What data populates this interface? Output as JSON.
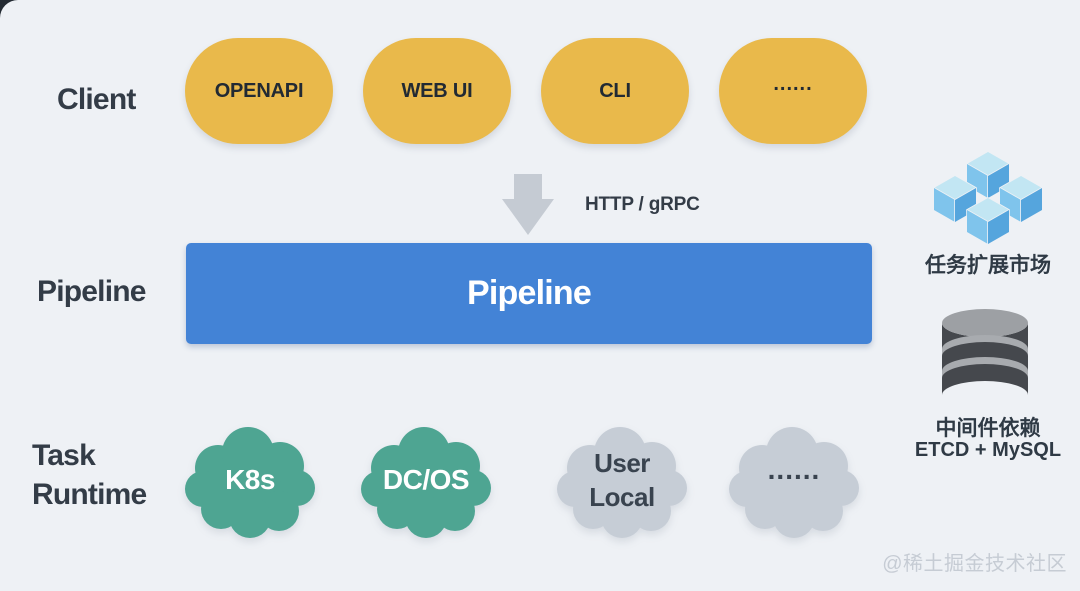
{
  "background": "#eef1f5",
  "labels": {
    "client": "Client",
    "pipeline": "Pipeline",
    "task_runtime": [
      "Task",
      "Runtime"
    ]
  },
  "client_nodes": {
    "shape": "pill",
    "color": "#e9b94b",
    "text_color": "#222a33",
    "items": [
      {
        "label": "OPENAPI"
      },
      {
        "label": "WEB UI"
      },
      {
        "label": "CLI"
      },
      {
        "label": "......"
      }
    ]
  },
  "flow": {
    "arrow_icon": "down-arrow-icon",
    "arrow_color": "#c5cbd3",
    "protocol_label": "HTTP / gRPC"
  },
  "pipeline_bar": {
    "label": "Pipeline",
    "color": "#4383d6",
    "text_color": "#ffffff"
  },
  "runtime_nodes": {
    "shape": "cloud",
    "items": [
      {
        "label": "K8s",
        "color": "#4ea592",
        "text_color": "#ffffff"
      },
      {
        "label": "DC/OS",
        "color": "#4ea592",
        "text_color": "#ffffff"
      },
      {
        "label": "User Local",
        "lines": [
          "User",
          "Local"
        ],
        "color": "#c6cdd6",
        "text_color": "#39434f"
      },
      {
        "label": "......",
        "color": "#c6cdd6",
        "text_color": "#39434f"
      }
    ]
  },
  "right_panel": {
    "marketplace": {
      "icon": "cubes-icon",
      "label": "任务扩展市场",
      "cube_colors": {
        "top": "#c2e6f3",
        "left": "#7fc4ec",
        "right": "#55a5dd"
      }
    },
    "middleware": {
      "icon": "database-icon",
      "title": "中间件依赖",
      "subtitle": "ETCD + MySQL",
      "db_colors": {
        "body": "#45484d",
        "top": "#9da0a4",
        "band": "#a8abaf"
      }
    }
  },
  "watermark": "@稀土掘金技术社区"
}
